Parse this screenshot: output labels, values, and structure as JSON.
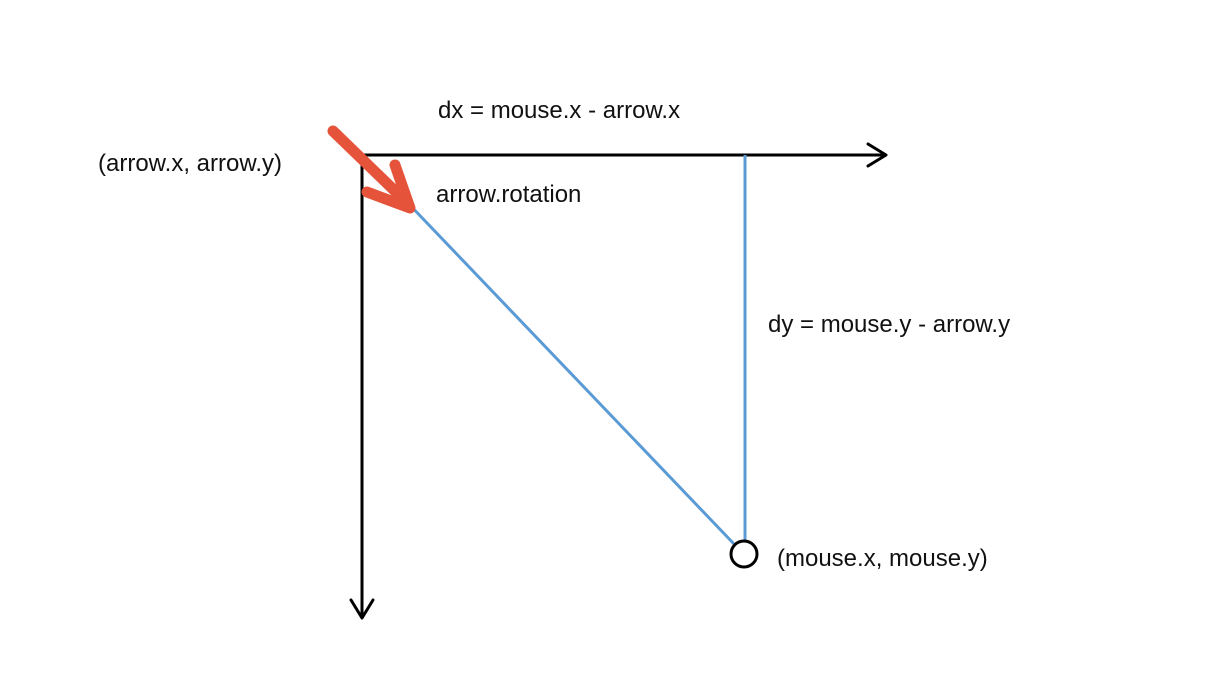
{
  "labels": {
    "dx": "dx = mouse.x - arrow.x",
    "arrow_position": "(arrow.x, arrow.y)",
    "rotation": "arrow.rotation",
    "dy": "dy = mouse.y - arrow.y",
    "mouse_position": "(mouse.x, mouse.y)"
  },
  "colors": {
    "axes": "#000000",
    "guide_lines": "#5b9bd5",
    "pointer_arrow": "#e5543a",
    "text": "#111111"
  },
  "icons": {
    "pointer": "red-arrow-icon",
    "target": "mouse-circle-icon"
  }
}
